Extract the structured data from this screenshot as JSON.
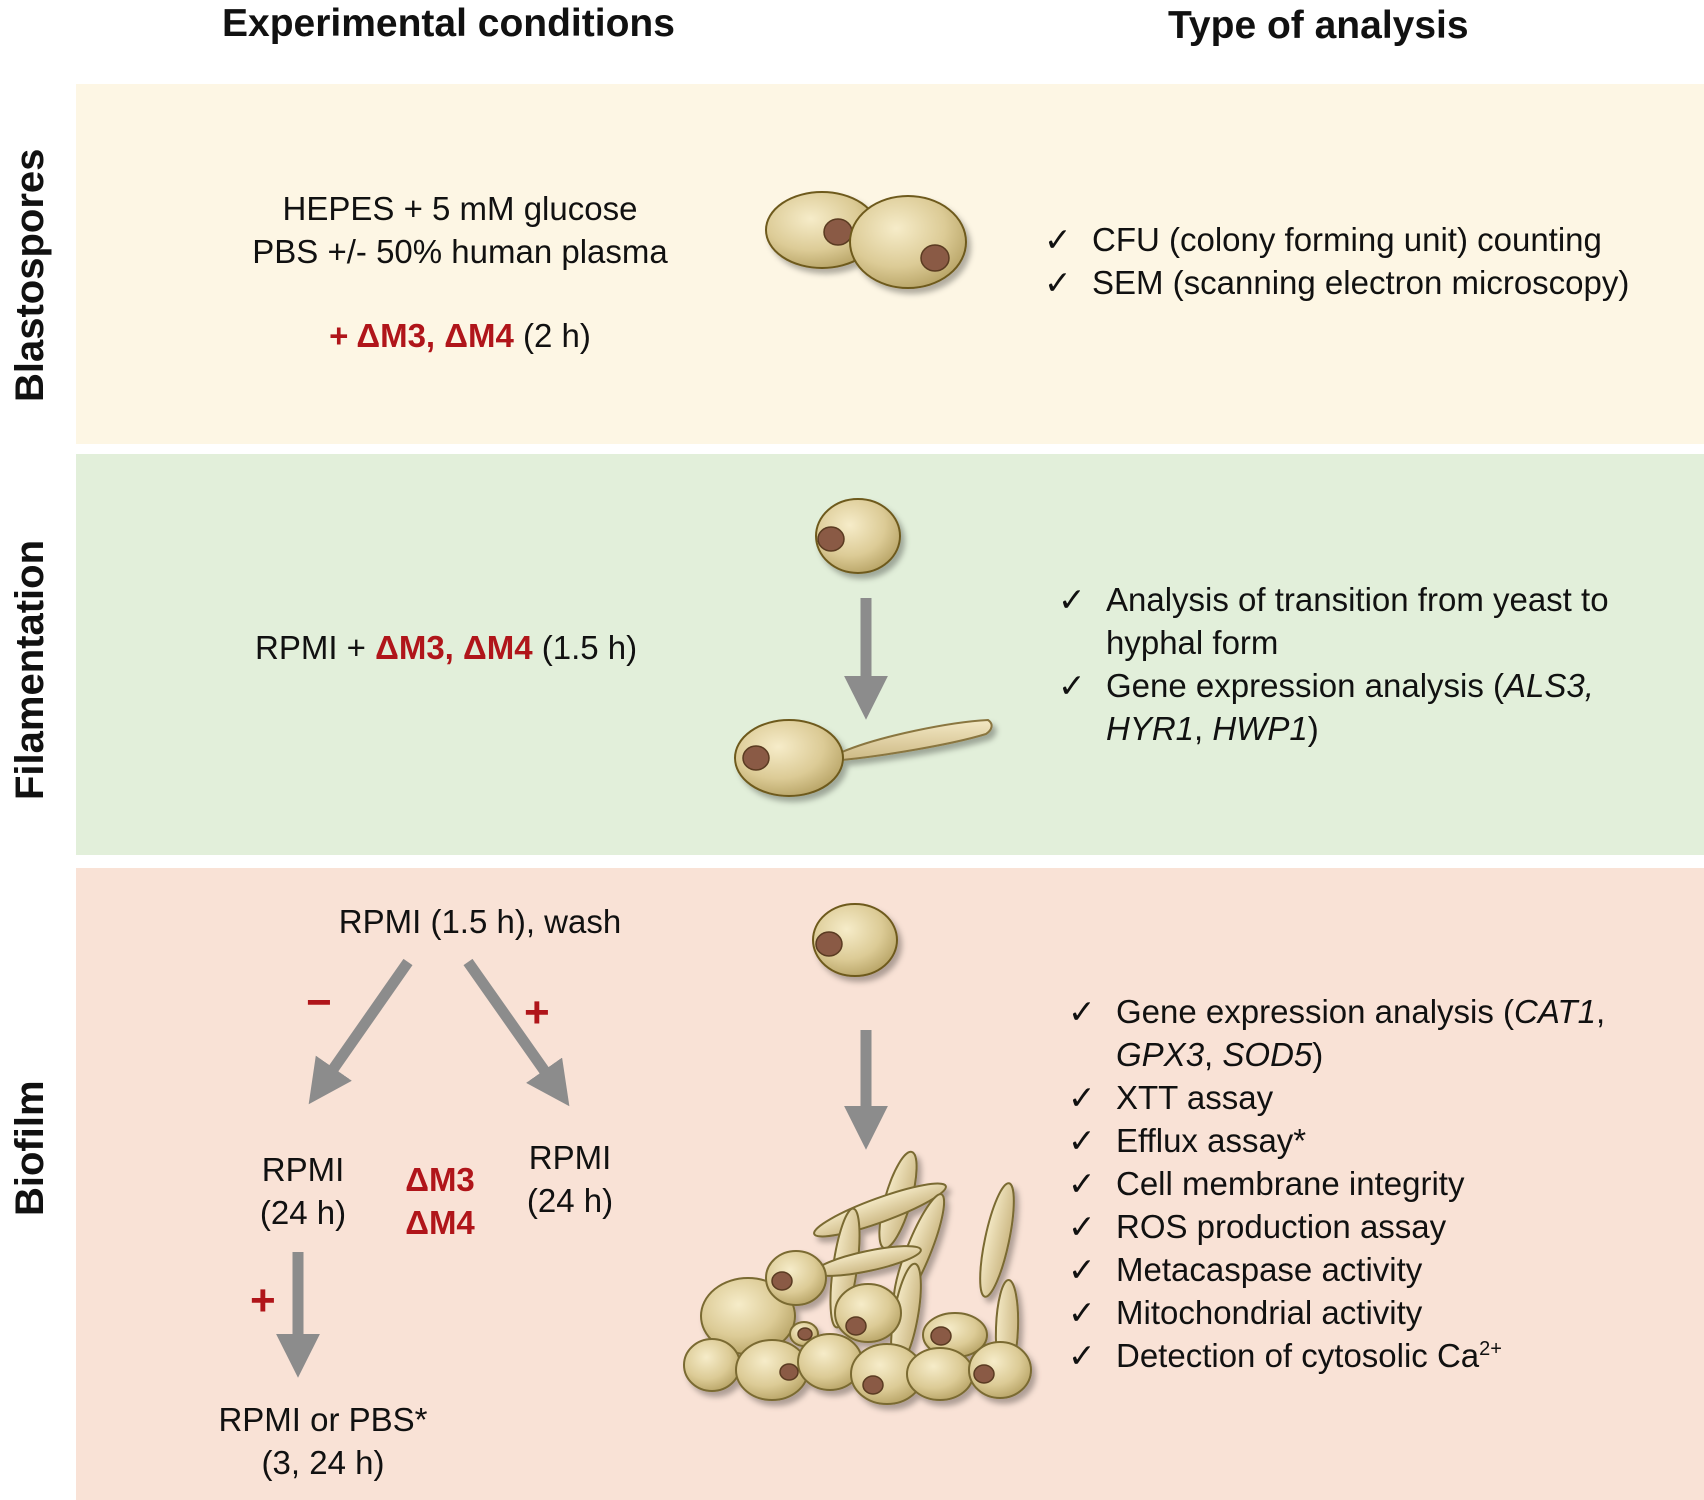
{
  "headers": {
    "left": "Experimental conditions",
    "right": "Type of analysis"
  },
  "blastospores": {
    "label": "Blastospores",
    "conditions": {
      "line1": "HEPES + 5 mM glucose",
      "line2": "PBS +/- 50% human plasma",
      "treatment": "+ ΔM3, ΔM4",
      "duration": " (2 h)"
    },
    "check": "✓",
    "analysis": [
      "CFU (colony forming unit) counting",
      "SEM (scanning electron microscopy)"
    ]
  },
  "filamentation": {
    "label": "Filamentation",
    "conditions": {
      "prefix": "RPMI + ",
      "treatment": "ΔM3, ΔM4",
      "duration": " (1.5 h)"
    },
    "analysis": {
      "item1_line1": "Analysis of transition from yeast to",
      "item1_line2": "hyphal form",
      "item2_line1_prefix": "Gene expression analysis (",
      "item2_gene1": "ALS3,",
      "item2_gene2": "HYR1",
      "item2_sep": ", ",
      "item2_gene3": "HWP1",
      "item2_close": ")"
    }
  },
  "biofilm": {
    "label": "Biofilm",
    "start": "RPMI (1.5 h), wash",
    "minus": "−",
    "plus": "+",
    "left_branch": {
      "line1": "RPMI",
      "line2": "(24 h)"
    },
    "right_branch": {
      "line1": "RPMI",
      "line2": "(24 h)"
    },
    "treatment": {
      "line1": "ΔM3",
      "line2": "ΔM4"
    },
    "lower_plus": "+",
    "final": {
      "line1": "RPMI or PBS*",
      "line2": "(3, 24 h)"
    },
    "analysis": {
      "gene_prefix": "Gene expression analysis (",
      "gene1": "CAT1",
      "gene1_sep": ",",
      "gene2": "GPX3",
      "gene2_sep": ", ",
      "gene3": "SOD5",
      "gene_close": ")",
      "items": [
        "XTT assay",
        "Efflux assay*",
        "Cell membrane integrity",
        "ROS production assay",
        "Metacaspase activity",
        "Mitochondrial activity"
      ],
      "calcium_text": "Detection of cytosolic Ca",
      "calcium_sup": "2+"
    }
  },
  "colors": {
    "blastospores_bg": "#fdf6e4",
    "filamentation_bg": "#e2efda",
    "biofilm_bg": "#f9e2d6",
    "treatment_red": "#b0151a",
    "arrow_gray": "#8c8c8c",
    "cell_fill": "#d8c48e",
    "nucleus": "#8a5a44"
  }
}
